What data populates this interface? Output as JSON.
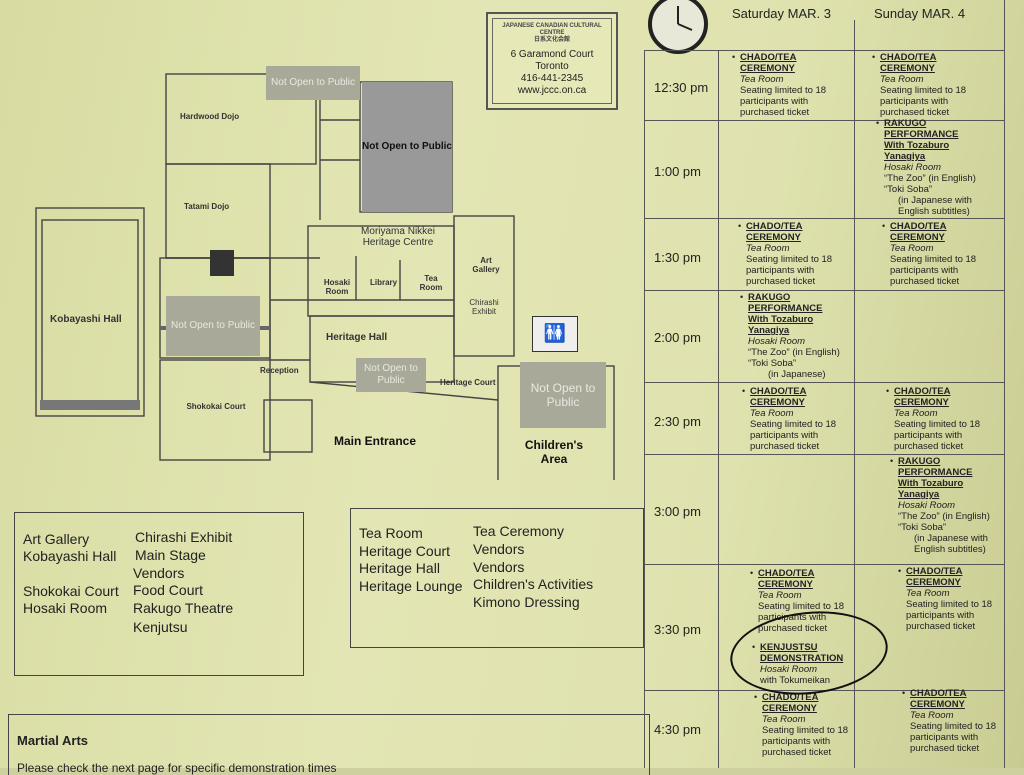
{
  "map": {
    "rooms": {
      "hardwood_dojo": "Hardwood Dojo",
      "tatami_dojo": "Tatami Dojo",
      "kobayashi_hall": "Kobayashi Hall",
      "shokokai_court": "Shokokai Court",
      "reception": "Reception",
      "heritage_hall": "Heritage Hall",
      "moriyama": "Moriyama Nikkei Heritage Centre",
      "hosaki_room": "Hosaki Room",
      "library": "Library",
      "tea_room": "Tea Room",
      "art_gallery": "Art Gallery",
      "chirashi_exhibit": "Chirashi Exhibit",
      "heritage_court": "Heritage Court",
      "main_entrance": "Main Entrance",
      "childrens_area": "Children's Area",
      "not_open_top": "Not Open to Public",
      "not_open_big": "Not Open to Public",
      "not_open_left": "Not Open to Public",
      "not_open_mid": "Not Open to Public",
      "not_open_right": "Not Open to Public"
    }
  },
  "contact": {
    "org_en": "JAPANESE CANADIAN CULTURAL CENTRE",
    "org_jp": "日系文化会館",
    "street": "6 Garamond Court",
    "city": "Toronto",
    "phone": "416-441-2345",
    "web": "www.jccc.on.ca"
  },
  "legend_left": [
    [
      "Art Gallery",
      "Chirashi Exhibit"
    ],
    [
      "Kobayashi Hall",
      "Main Stage"
    ],
    [
      "",
      "Vendors"
    ],
    [
      "Shokokai Court",
      "Food Court"
    ],
    [
      "Hosaki Room",
      "Rakugo Theatre"
    ],
    [
      "",
      "Kenjutsu"
    ]
  ],
  "legend_right": [
    [
      "Tea Room",
      "Tea Ceremony"
    ],
    [
      "Heritage Court",
      "Vendors"
    ],
    [
      "Heritage Hall",
      "Vendors"
    ],
    [
      "Heritage Lounge",
      "Children's Activities"
    ],
    [
      "",
      "Kimono Dressing"
    ]
  ],
  "martial": {
    "title": "Martial Arts",
    "subtitle": "Please check the next page for specific demonstration times"
  },
  "schedule": {
    "days": [
      "Saturday MAR. 3",
      "Sunday MAR. 4"
    ],
    "times": [
      "12:30 pm",
      "1:00 pm",
      "1:30 pm",
      "2:00 pm",
      "2:30 pm",
      "3:00 pm",
      "3:30 pm",
      "4:30 pm"
    ],
    "events": {
      "sat_1230": {
        "title": [
          "CHADO/TEA",
          "CEREMONY"
        ],
        "room": "Tea Room",
        "lines": [
          "Seating limited to 18",
          "participants with",
          "purchased ticket"
        ]
      },
      "sun_1230": {
        "title": [
          "CHADO/TEA",
          "CEREMONY"
        ],
        "room": "Tea Room",
        "lines": [
          "Seating limited to 18",
          "participants with",
          "purchased ticket"
        ]
      },
      "sun_100": {
        "title": [
          "RAKUGO",
          "PERFORMANCE",
          "With Tozaburo",
          "Yanagiya"
        ],
        "room": "Hosaki Room",
        "lines": [
          "“The Zoo” (in English)",
          "“Toki Soba”",
          "(in Japanese with",
          "English subtitles)"
        ]
      },
      "sat_130": {
        "title": [
          "CHADO/TEA",
          "CEREMONY"
        ],
        "room": "Tea Room",
        "lines": [
          "Seating limited to 18",
          "participants with",
          "purchased ticket"
        ]
      },
      "sun_130": {
        "title": [
          "CHADO/TEA",
          "CEREMONY"
        ],
        "room": "Tea Room",
        "lines": [
          "Seating limited to 18",
          "participants with",
          "purchased ticket"
        ]
      },
      "sat_200": {
        "title": [
          "RAKUGO",
          "PERFORMANCE",
          "With Tozaburo",
          "Yanagiya"
        ],
        "room": "Hosaki Room",
        "lines": [
          "“The Zoo” (in English)",
          "“Toki Soba”",
          "(in Japanese)"
        ]
      },
      "sat_230": {
        "title": [
          "CHADO/TEA",
          "CEREMONY"
        ],
        "room": "Tea Room",
        "lines": [
          "Seating limited to 18",
          "participants with",
          "purchased ticket"
        ]
      },
      "sun_230": {
        "title": [
          "CHADO/TEA",
          "CEREMONY"
        ],
        "room": "Tea Room",
        "lines": [
          "Seating limited to 18",
          "participants with",
          "purchased ticket"
        ]
      },
      "sun_300": {
        "title": [
          "RAKUGO",
          "PERFORMANCE",
          "With Tozaburo",
          "Yanagiya"
        ],
        "room": "Hosaki Room",
        "lines": [
          "“The Zoo” (in English)",
          "“Toki Soba”",
          "(in Japanese with",
          "English subtitles)"
        ]
      },
      "sat_330a": {
        "title": [
          "CHADO/TEA",
          "CEREMONY"
        ],
        "room": "Tea Room",
        "lines": [
          "Seating limited to 18",
          "participants with",
          "purchased ticket"
        ]
      },
      "sat_330b": {
        "title": [
          "KENJUSTSU",
          "DEMONSTRATION"
        ],
        "room": "Hosaki Room",
        "lines": [
          "with Tokumeikan"
        ]
      },
      "sun_330": {
        "title": [
          "CHADO/TEA",
          "CEREMONY"
        ],
        "room": "Tea Room",
        "lines": [
          "Seating limited to 18",
          "participants with",
          "purchased ticket"
        ]
      },
      "sat_430": {
        "title": [
          "CHADO/TEA",
          "CEREMONY"
        ],
        "room": "Tea Room",
        "lines": [
          "Seating limited to 18",
          "participants with",
          "purchased ticket"
        ]
      },
      "sun_430": {
        "title": [
          "CHADO/TEA",
          "CEREMONY"
        ],
        "room": "Tea Room",
        "lines": [
          "Seating limited to 18",
          "participants with",
          "purchased ticket"
        ]
      }
    }
  }
}
